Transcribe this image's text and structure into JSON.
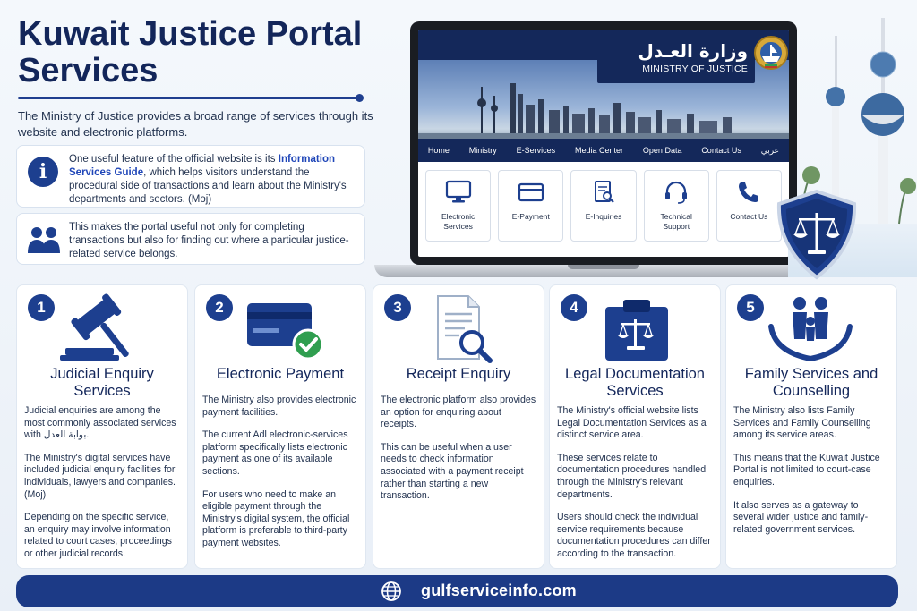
{
  "header": {
    "title": "Kuwait Justice Portal Services",
    "intro": "The Ministry of Justice provides a broad range of services through its website and electronic platforms."
  },
  "info": {
    "box1_pre": "One useful feature of the official website is its ",
    "box1_highlight": "Information Services Guide",
    "box1_post": ", which helps visitors understand the procedural side of transactions and learn about the Ministry's departments and sectors. (Moj)",
    "box2": "This makes the portal useful not only for completing transactions but also for finding out where a particular justice-related service belongs."
  },
  "website": {
    "arabic_name": "وزارة العـدل",
    "english_name": "MINISTRY OF JUSTICE",
    "nav": [
      "Home",
      "Ministry",
      "E-Services",
      "Media Center",
      "Open Data",
      "Contact Us",
      "عربي"
    ],
    "tiles": [
      {
        "label": "Electronic Services",
        "icon": "monitor-icon"
      },
      {
        "label": "E-Payment",
        "icon": "card-icon"
      },
      {
        "label": "E-Inquiries",
        "icon": "document-search-icon"
      },
      {
        "label": "Technical Support",
        "icon": "headset-icon"
      },
      {
        "label": "Contact Us",
        "icon": "phone-icon"
      }
    ]
  },
  "services": [
    {
      "number": "1",
      "title": "Judicial Enquiry Services",
      "icon": "gavel-icon",
      "paragraphs": [
        "Judicial enquiries are among the most commonly associated services with بوابة العدل.",
        "The Ministry's digital services have included judicial enquiry facilities for individuals, lawyers and companies. (Moj)",
        "Depending on the specific service, an enquiry may involve information related to court cases, proceedings or other judicial records."
      ]
    },
    {
      "number": "2",
      "title": "Electronic Payment",
      "icon": "payment-card-check-icon",
      "paragraphs": [
        "The Ministry also provides electronic payment facilities.",
        "The current Adl electronic-services platform specifically lists electronic payment as one of its available sections.",
        "For users who need to make an eligible payment through the Ministry's digital system, the official platform is preferable to third-party payment websites."
      ]
    },
    {
      "number": "3",
      "title": "Receipt Enquiry",
      "icon": "receipt-search-icon",
      "paragraphs": [
        "The electronic platform also provides an option for enquiring about receipts.",
        "This can be useful when a user needs to check information associated with a payment receipt rather than starting a new transaction."
      ]
    },
    {
      "number": "4",
      "title": "Legal Documentation Services",
      "icon": "legal-folder-icon",
      "paragraphs": [
        "The Ministry's official website lists Legal Documentation Services as a distinct service area.",
        "These services relate to documentation procedures handled through the Ministry's relevant departments.",
        "Users should check the individual service requirements because documentation procedures can differ according to the transaction."
      ]
    },
    {
      "number": "5",
      "title": "Family Services and Counselling",
      "icon": "family-hands-icon",
      "paragraphs": [
        "The Ministry also lists Family Services and Family Counselling among its service areas.",
        "This means that the Kuwait Justice Portal is not limited to court-case enquiries.",
        "It also serves as a gateway to several wider justice and family-related government services."
      ]
    }
  ],
  "footer": {
    "site": "gulfserviceinfo.com",
    "icon": "globe-icon"
  },
  "colors": {
    "navy": "#13265a",
    "accent": "#1d3f8f",
    "highlight": "#1f46b8",
    "check_green": "#2f9e4f"
  }
}
